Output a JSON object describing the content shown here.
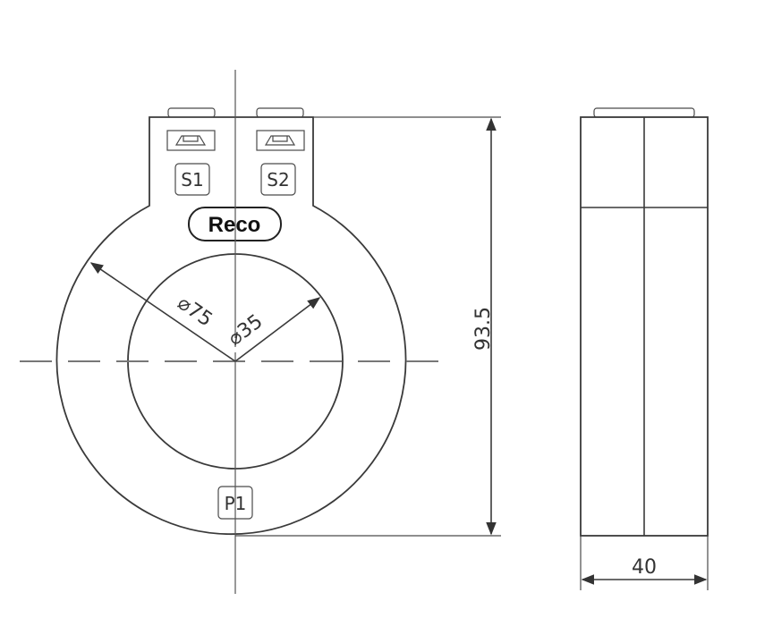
{
  "front_view": {
    "terminal_labels": [
      "S1",
      "S2"
    ],
    "primary_label": "P1",
    "brand": "Reco",
    "outer_diameter_label": "⌀75",
    "inner_diameter_label": "⌀35"
  },
  "dimensions": {
    "height_label": "93.5",
    "width_label": "40"
  }
}
